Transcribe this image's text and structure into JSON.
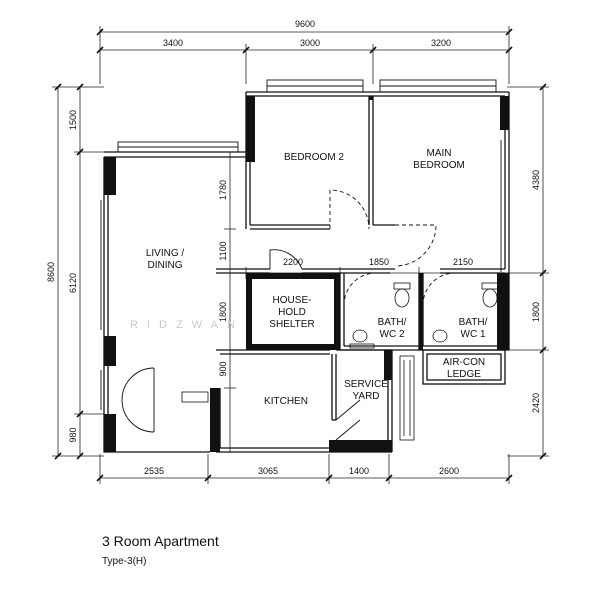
{
  "caption": {
    "title": "3 Room Apartment",
    "subtitle": "Type-3(H)"
  },
  "watermark": "RIDZWAN",
  "rooms": {
    "bedroom2": "BEDROOM 2",
    "main_bedroom_1": "MAIN",
    "main_bedroom_2": "BEDROOM",
    "living_1": "LIVING /",
    "living_2": "DINING",
    "shelter_1": "HOUSE-",
    "shelter_2": "HOLD",
    "shelter_3": "SHELTER",
    "bath2_1": "BATH/",
    "bath2_2": "WC 2",
    "bath1_1": "BATH/",
    "bath1_2": "WC 1",
    "aircon_1": "AIR-CON",
    "aircon_2": "LEDGE",
    "kitchen": "KITCHEN",
    "yard_1": "SERVICE",
    "yard_2": "YARD"
  },
  "dimensions": {
    "top_total": "9600",
    "top_1": "3400",
    "top_2": "3000",
    "top_3": "3200",
    "left_total": "8600",
    "left_1": "1500",
    "left_2": "6120",
    "left_3": "980",
    "inner_1780": "1780",
    "inner_1100": "1100",
    "inner_1800": "1800",
    "inner_900": "900",
    "inner_2200": "2200",
    "inner_1850": "1850",
    "inner_2150": "2150",
    "right_1": "4380",
    "right_2": "1800",
    "right_3": "2420",
    "bottom_1": "2535",
    "bottom_2": "3065",
    "bottom_3": "1400",
    "bottom_4": "2600"
  }
}
